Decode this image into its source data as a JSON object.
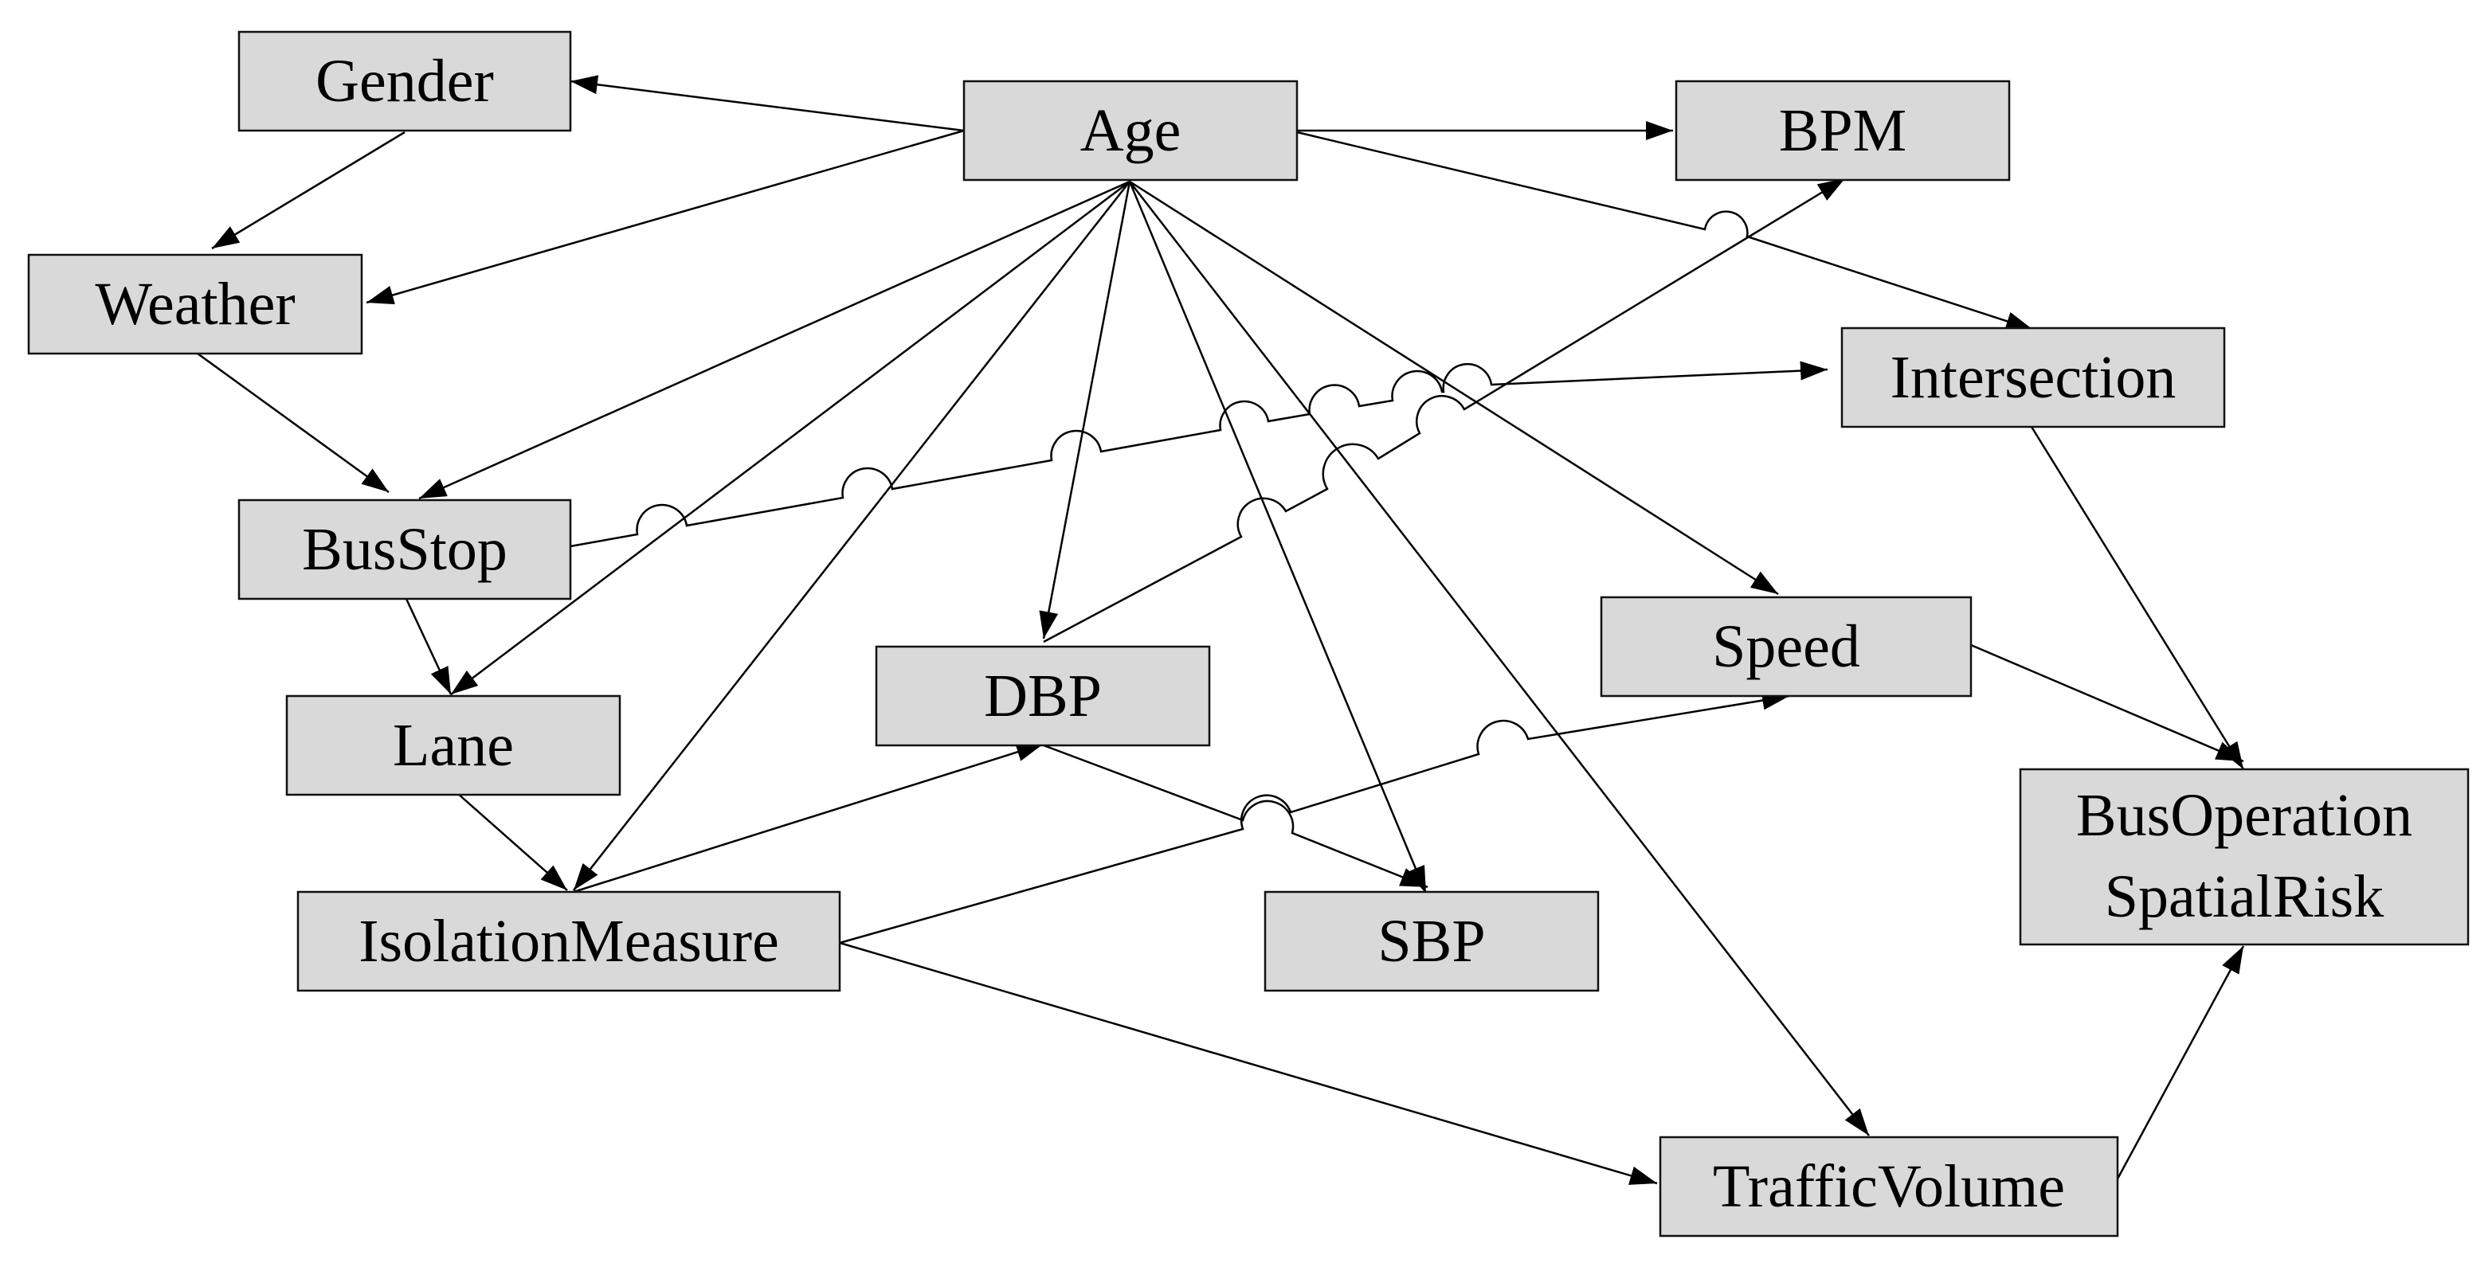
{
  "nodes": {
    "gender": "Gender",
    "age": "Age",
    "bpm": "BPM",
    "weather": "Weather",
    "intersection": "Intersection",
    "busstop": "BusStop",
    "speed": "Speed",
    "dbp": "DBP",
    "lane": "Lane",
    "risk_line1": "BusOperation",
    "risk_line2": "SpatialRisk",
    "isolation": "IsolationMeasure",
    "sbp": "SBP",
    "traffic": "TrafficVolume"
  },
  "edges": [
    {
      "from": "age",
      "to": "gender"
    },
    {
      "from": "age",
      "to": "bpm"
    },
    {
      "from": "age",
      "to": "weather"
    },
    {
      "from": "age",
      "to": "intersection"
    },
    {
      "from": "age",
      "to": "busstop"
    },
    {
      "from": "age",
      "to": "lane"
    },
    {
      "from": "age",
      "to": "isolation"
    },
    {
      "from": "age",
      "to": "dbp"
    },
    {
      "from": "age",
      "to": "sbp"
    },
    {
      "from": "age",
      "to": "speed"
    },
    {
      "from": "age",
      "to": "traffic"
    },
    {
      "from": "gender",
      "to": "weather"
    },
    {
      "from": "weather",
      "to": "busstop"
    },
    {
      "from": "busstop",
      "to": "lane"
    },
    {
      "from": "busstop",
      "to": "intersection"
    },
    {
      "from": "lane",
      "to": "isolation"
    },
    {
      "from": "isolation",
      "to": "dbp"
    },
    {
      "from": "isolation",
      "to": "speed"
    },
    {
      "from": "isolation",
      "to": "traffic"
    },
    {
      "from": "dbp",
      "to": "bpm"
    },
    {
      "from": "dbp",
      "to": "sbp"
    },
    {
      "from": "intersection",
      "to": "risk"
    },
    {
      "from": "speed",
      "to": "risk"
    },
    {
      "from": "traffic",
      "to": "risk"
    }
  ]
}
